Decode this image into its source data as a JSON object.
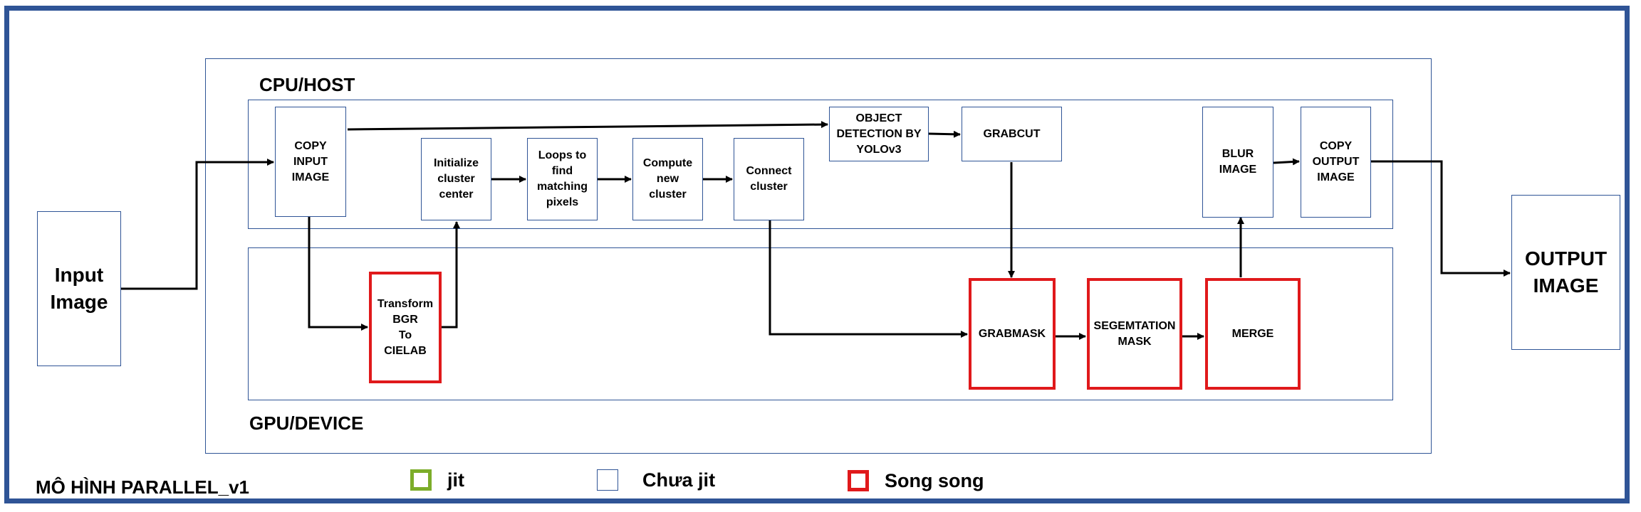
{
  "groups": {
    "cpu": "CPU/HOST",
    "gpu": "GPU/DEVICE"
  },
  "nodes": {
    "input_image": "Input\nImage",
    "copy_input": "COPY\nINPUT\nIMAGE",
    "init_cluster": "Initialize\ncluster\ncenter",
    "loops": "Loops to\nfind\nmatching\npixels",
    "compute_cluster": "Compute\nnew\ncluster",
    "connect_cluster": "Connect\ncluster",
    "object_detection": "OBJECT\nDETECTION BY\nYOLOv3",
    "grabcut": "GRABCUT",
    "blur_image": "BLUR\nIMAGE",
    "copy_output": "COPY\nOUTPUT\nIMAGE",
    "output_image": "OUTPUT\nIMAGE",
    "transform": "Transform\nBGR\nTo\nCIELAB",
    "grabmask": "GRABMASK",
    "segmentation": "SEGEMTATION\nMASK",
    "merge": "MERGE"
  },
  "title": "MÔ HÌNH PARALLEL_v1",
  "legend": [
    {
      "label": "jit",
      "color": "#7cad2a"
    },
    {
      "label": "Chưa jit",
      "color": "#2f5496"
    },
    {
      "label": "Song song",
      "color": "#e0191b"
    }
  ],
  "colors": {
    "border_blue": "#2f5496",
    "parallel_red": "#e0191b",
    "jit_green": "#7cad2a"
  }
}
